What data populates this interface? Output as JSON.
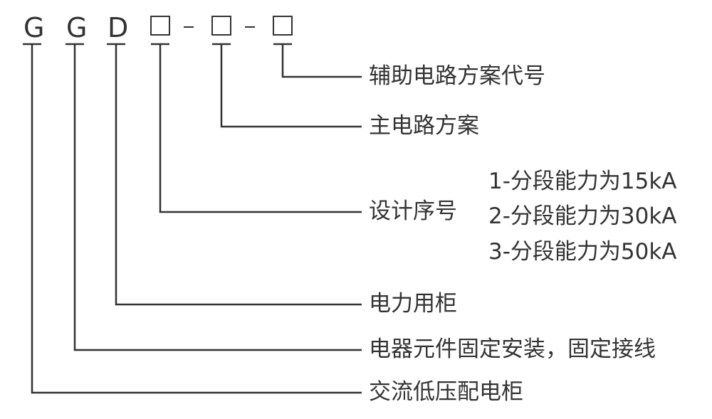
{
  "model_code": {
    "letters": [
      "G",
      "G",
      "D"
    ]
  },
  "labels": {
    "aux_circuit": "辅助电路方案代号",
    "main_circuit": "主电路方案",
    "design_no": "设计序号",
    "power_cabinet": "电力用柜",
    "fixed_install": "电器元件固定安装，固定接线",
    "ac_lv_cabinet": "交流低压配电柜"
  },
  "design_options": [
    "1-分段能力为15kA",
    "2-分段能力为30kA",
    "3-分段能力为50kA"
  ],
  "colors": {
    "line": "#333333",
    "text": "#333333",
    "background": "#ffffff"
  }
}
